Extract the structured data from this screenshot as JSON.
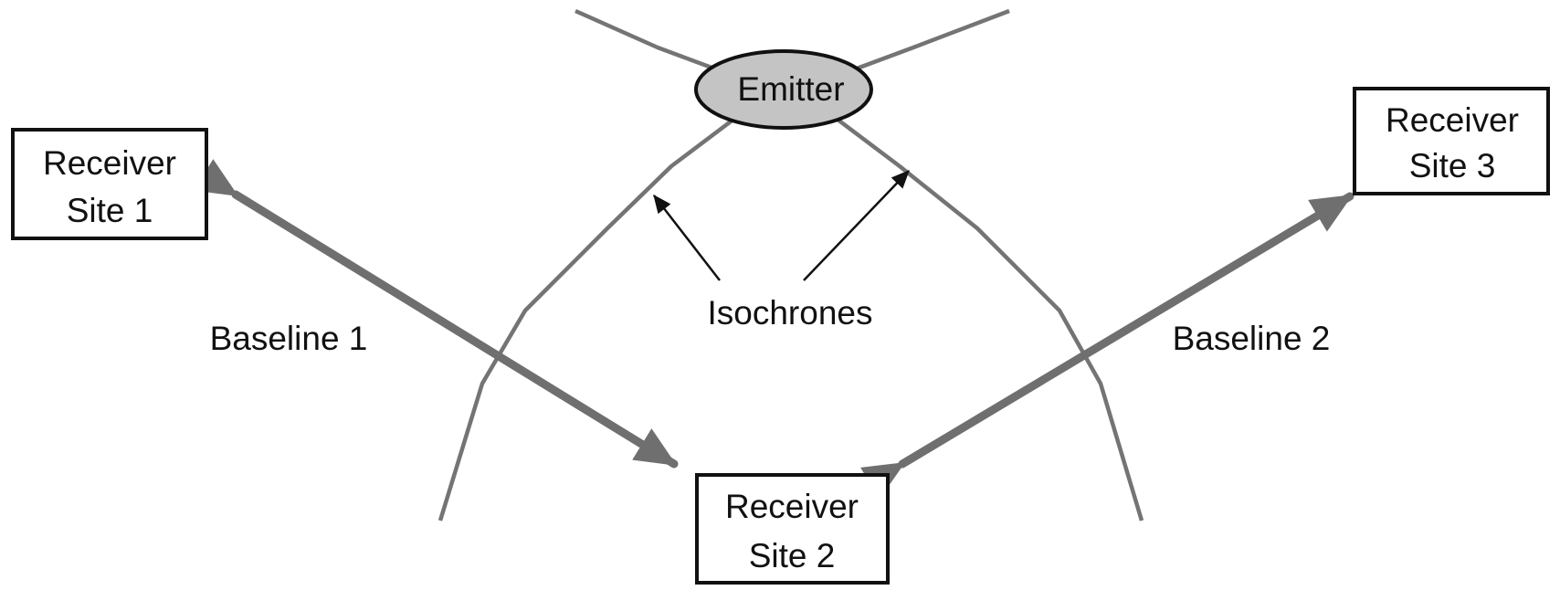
{
  "emitter": {
    "label": "Emitter"
  },
  "receivers": [
    {
      "line1": "Receiver",
      "line2": "Site 1"
    },
    {
      "line1": "Receiver",
      "line2": "Site 2"
    },
    {
      "line1": "Receiver",
      "line2": "Site 3"
    }
  ],
  "baselines": [
    {
      "label": "Baseline 1"
    },
    {
      "label": "Baseline 2"
    }
  ],
  "isochrones": {
    "label": "Isochrones"
  },
  "colors": {
    "emitter_fill": "#c4c4c4",
    "line_gray": "#747474",
    "ink": "#111111"
  }
}
